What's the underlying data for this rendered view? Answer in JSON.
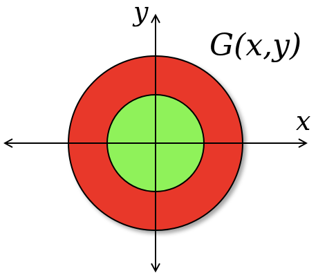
{
  "diagram": {
    "function_label": "G(x,y)",
    "x_axis_label": "x",
    "y_axis_label": "y",
    "colors": {
      "outer_ring": "#e8372a",
      "inner_disk": "#8ff25a",
      "outline": "#000000",
      "axes": "#000000",
      "background": "#ffffff"
    }
  }
}
